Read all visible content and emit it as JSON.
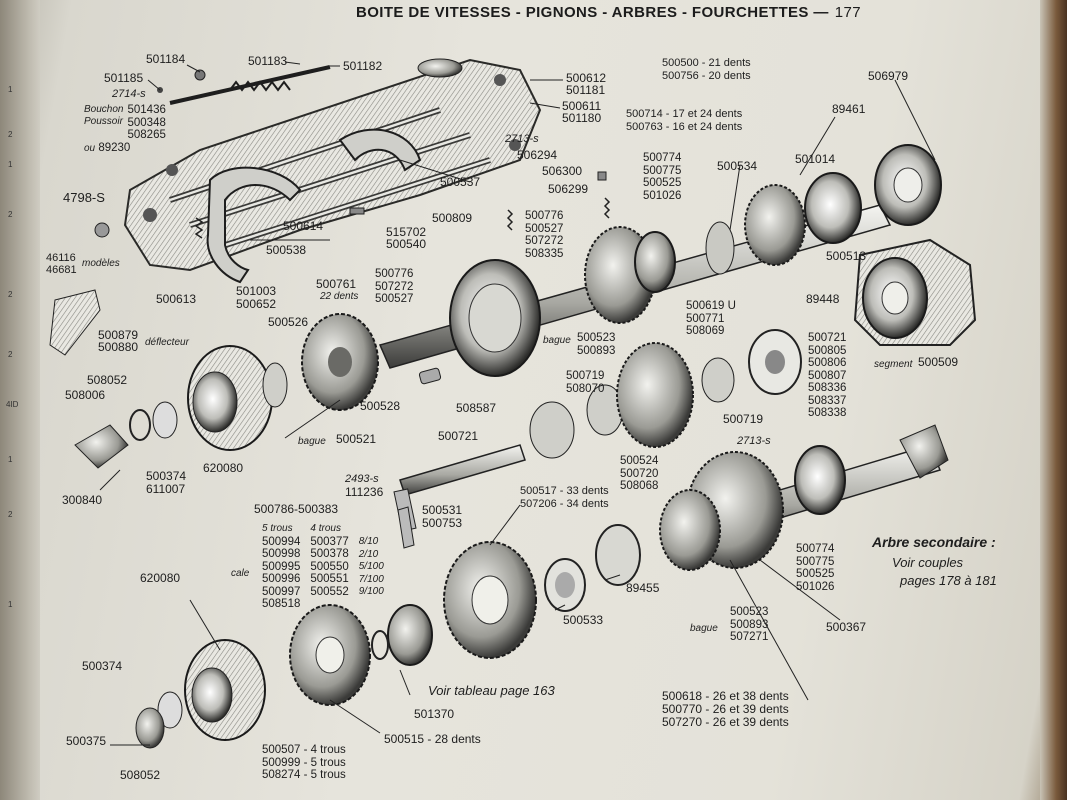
{
  "header": {
    "title": "BOITE DE VITESSES - PIGNONS - ARBRES - FOURCHETTES —",
    "page_number": "177"
  },
  "labels": {
    "l501184": "501184",
    "l501183": "501183",
    "l501182": "501182",
    "l501185": "501185",
    "l2714": "2714-s",
    "l500612": "500612",
    "l501181": "501181",
    "l500611": "500611",
    "l501180": "501180",
    "l500500": "500500 - 21 dents",
    "l500756": "500756 - 20 dents",
    "l506979": "506979",
    "l89461": "89461",
    "l500714": "500714 - 17 et 24 dents",
    "l500763": "500763 - 16 et 24 dents",
    "l2713a": "2713-s",
    "l506294": "506294",
    "l506300": "506300",
    "l506299": "506299",
    "l500537": "500537",
    "l4798": "4798-S",
    "l500614": "500614",
    "l500809": "500809",
    "l515702": "515702",
    "l500540": "500540",
    "l500538": "500538",
    "l46116": "46116",
    "l46681": "46681",
    "l_modeles": "modèles",
    "l500613": "500613",
    "l501003": "501003",
    "l500652": "500652",
    "l500761": "500761",
    "l22dents": "22 dents",
    "l500534": "500534",
    "l501014": "501014",
    "l500513": "500513",
    "l89448": "89448",
    "l500509": "500509",
    "l_segment": "segment",
    "l500879": "500879",
    "l500880": "500880",
    "l_deflecteur": "déflecteur",
    "l500526": "500526",
    "l508052a": "508052",
    "l508006": "508006",
    "l500528": "500528",
    "l508587": "508587",
    "l_bague1": "bague",
    "l500521": "500521",
    "l_bague2": "bague",
    "l500719b": "500719",
    "l2713b": "2713-s",
    "l500721a": "500721",
    "l500374a": "500374",
    "l611007": "611007",
    "l620080a": "620080",
    "l300840": "300840",
    "l2493": "2493-s",
    "l111236": "111236",
    "l500531": "500531",
    "l500753": "500753",
    "l500786": "500786-500383",
    "l620080b": "620080",
    "l_cale": "cale",
    "l500533": "500533",
    "l89455": "89455",
    "l500367": "500367",
    "l_arbre": "Arbre secondaire :",
    "l_voir": "Voir couples",
    "l_pages": "pages 178 à 181",
    "l_bague3": "bague",
    "l500374b": "500374",
    "l500375": "500375",
    "l508052b": "508052",
    "l501370": "501370",
    "l_voirtab": "Voir tableau page 163",
    "l500515": "500515 - 28 dents",
    "l500517": "500517 - 33 dents",
    "l507206": "507206 - 34 dents"
  },
  "stacks": {
    "s_bouchon": {
      "caption": [
        "Bouchon",
        "Poussoir"
      ],
      "items": [
        "501436",
        "500348",
        "508265",
        "89230"
      ],
      "prefix": "ou"
    },
    "s500776a": [
      "500776",
      "500527",
      "507272",
      "508335"
    ],
    "s500774a": [
      "500774",
      "500775",
      "500525",
      "501026"
    ],
    "s500776b": [
      "500776",
      "507272",
      "500527"
    ],
    "s500523a": [
      "500523",
      "500893"
    ],
    "s500619": [
      "500619 U",
      "500771",
      "508069"
    ],
    "s500719": [
      "500719",
      "508070"
    ],
    "s500721": [
      "500721",
      "500805",
      "500806",
      "500807",
      "508336",
      "508337",
      "508338"
    ],
    "s500524": [
      "500524",
      "500720",
      "508068"
    ],
    "s500774b": [
      "500774",
      "500775",
      "500525",
      "501026"
    ],
    "s500523b": [
      "500523",
      "500893",
      "507271"
    ],
    "s500618": [
      "500618 - 26 et 38 dents",
      "500770 - 26 et 39 dents",
      "507270 - 26 et 39 dents"
    ],
    "s500507": [
      "500507 - 4 trous",
      "500999 - 5 trous",
      "508274 - 5 trous"
    ],
    "cale_table": {
      "col1_head": "5 trous",
      "col1": [
        "500994",
        "500998",
        "500995",
        "500996",
        "500997",
        "508518"
      ],
      "col2_head": "4 trous",
      "col2": [
        "500377",
        "500378",
        "500550",
        "500551",
        "500552"
      ],
      "col3": [
        "8/10",
        "2/10",
        "5/100",
        "7/100",
        "9/100"
      ]
    }
  },
  "gutter_marks": [
    "1",
    "2",
    "1",
    "2",
    "2",
    "2",
    "4ID",
    "1",
    "2",
    "1"
  ],
  "colors": {
    "paper": "#e4e2d9",
    "ink": "#1e1e1e",
    "metal": "#6b6b6b"
  }
}
